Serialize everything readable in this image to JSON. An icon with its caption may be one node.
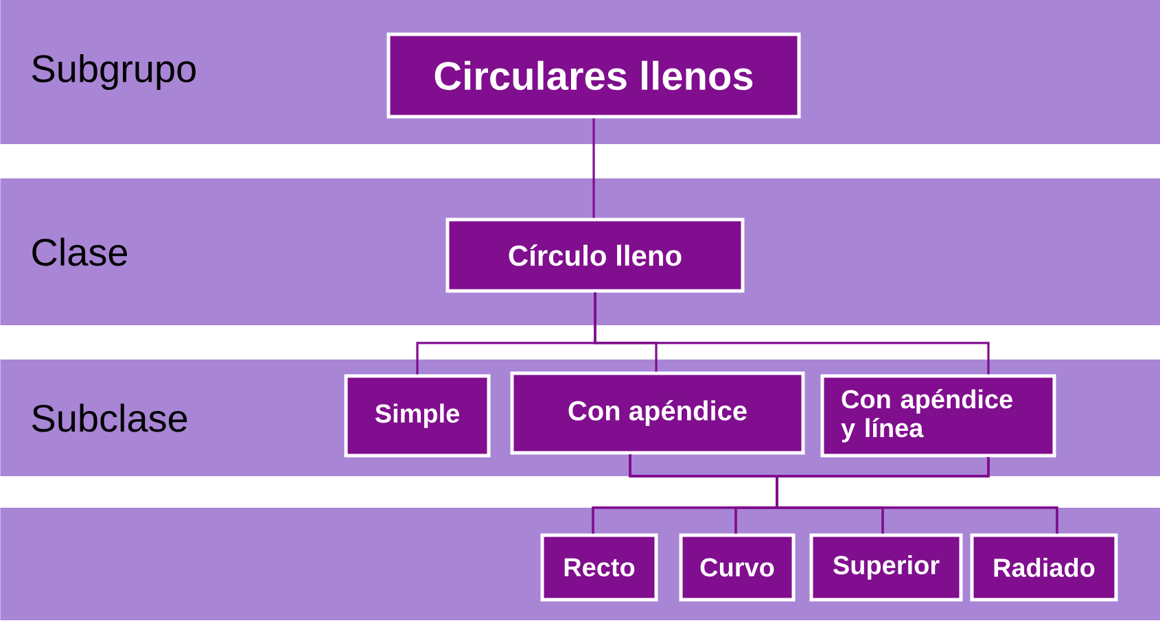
{
  "diagram": {
    "nodes": [
      {
        "text": [
          "Subgrupo"
        ]
      },
      {
        "text": [
          "Circulares llenos"
        ],
        "in": 0
      },
      {
        "text": [
          "Clase"
        ]
      },
      {
        "text": [
          "Círculo lleno"
        ],
        "in": 2
      },
      {
        "text": [
          "Subclase"
        ]
      },
      {
        "text": [
          "Simple"
        ],
        "in": 4
      },
      {
        "text": [
          "Con apéndice"
        ],
        "in": 4
      },
      {
        "text": [
          "Con apéndice y línea"
        ],
        "in": 4
      },
      {
        "text": [],
        "shape": "bar"
      },
      {
        "text": [
          "Recto"
        ],
        "in": 8
      },
      {
        "text": [
          "Curvo"
        ],
        "in": 8
      },
      {
        "text": [
          "Superior"
        ],
        "in": 8
      },
      {
        "text": [
          "Radiado"
        ],
        "in": 8
      }
    ],
    "edges": [
      {
        "from": 1,
        "to": 3,
        "arrow": "none"
      },
      {
        "from": 3,
        "to": 5,
        "arrow": "none"
      },
      {
        "from": 3,
        "to": 6,
        "arrow": "none"
      },
      {
        "from": 3,
        "to": 7,
        "arrow": "none"
      },
      {
        "from": 6,
        "to": 9,
        "arrow": "none"
      },
      {
        "from": 6,
        "to": 10,
        "arrow": "none"
      },
      {
        "from": 6,
        "to": 11,
        "arrow": "none"
      },
      {
        "from": 6,
        "to": 12,
        "arrow": "none"
      },
      {
        "from": 7,
        "to": 9,
        "arrow": "none"
      },
      {
        "from": 7,
        "to": 10,
        "arrow": "none"
      },
      {
        "from": 7,
        "to": 11,
        "arrow": "none"
      },
      {
        "from": 7,
        "to": 12,
        "arrow": "none"
      }
    ]
  }
}
